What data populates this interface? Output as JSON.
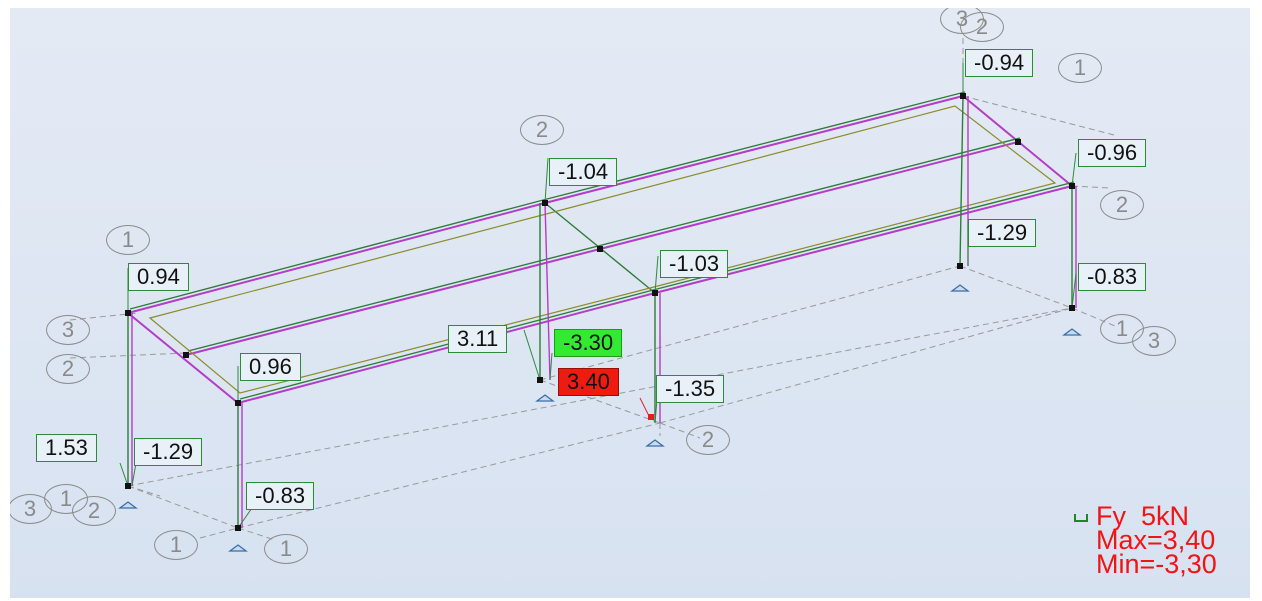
{
  "viewport": {
    "background_top": "#e4eaf4",
    "background_bottom": "#d7e2f1"
  },
  "colors": {
    "label_fill": "#e8f1f8",
    "label_border": "#2d8a3a",
    "max_fill": "#ee1b10",
    "min_fill": "#33ea33",
    "legend_text": "#f21313",
    "beam_magenta": "#b43cc8",
    "beam_green": "#2e7d3a",
    "beam_olive": "#8c8c2c",
    "node_circle": "#8a8a8a"
  },
  "values": {
    "v1": "-0.94",
    "v2": "-0.96",
    "v3": "-1.04",
    "v4": "-1.29",
    "v5": "-1.03",
    "v6": "0.94",
    "v7": "-0.83",
    "v8": "3.11",
    "v9": "-3.30",
    "v10": "3.40",
    "v11": "0.96",
    "v12": "-1.35",
    "v13": "1.53",
    "v14": "-1.29",
    "v15": "-0.83"
  },
  "node_numbers": {
    "n1": "3",
    "n2": "2",
    "n3": "1",
    "n4": "2",
    "n5": "2",
    "n6": "1",
    "n7": "3",
    "n8": "2",
    "n9": "1",
    "n10": "3",
    "n11": "2",
    "n12": "3",
    "n13": "1",
    "n14": "2",
    "n15": "1",
    "n16": "1"
  },
  "legend": {
    "quantity": "Fy",
    "scale": "5kN",
    "max": "Max=3,40",
    "min": "Min=-3,30"
  }
}
